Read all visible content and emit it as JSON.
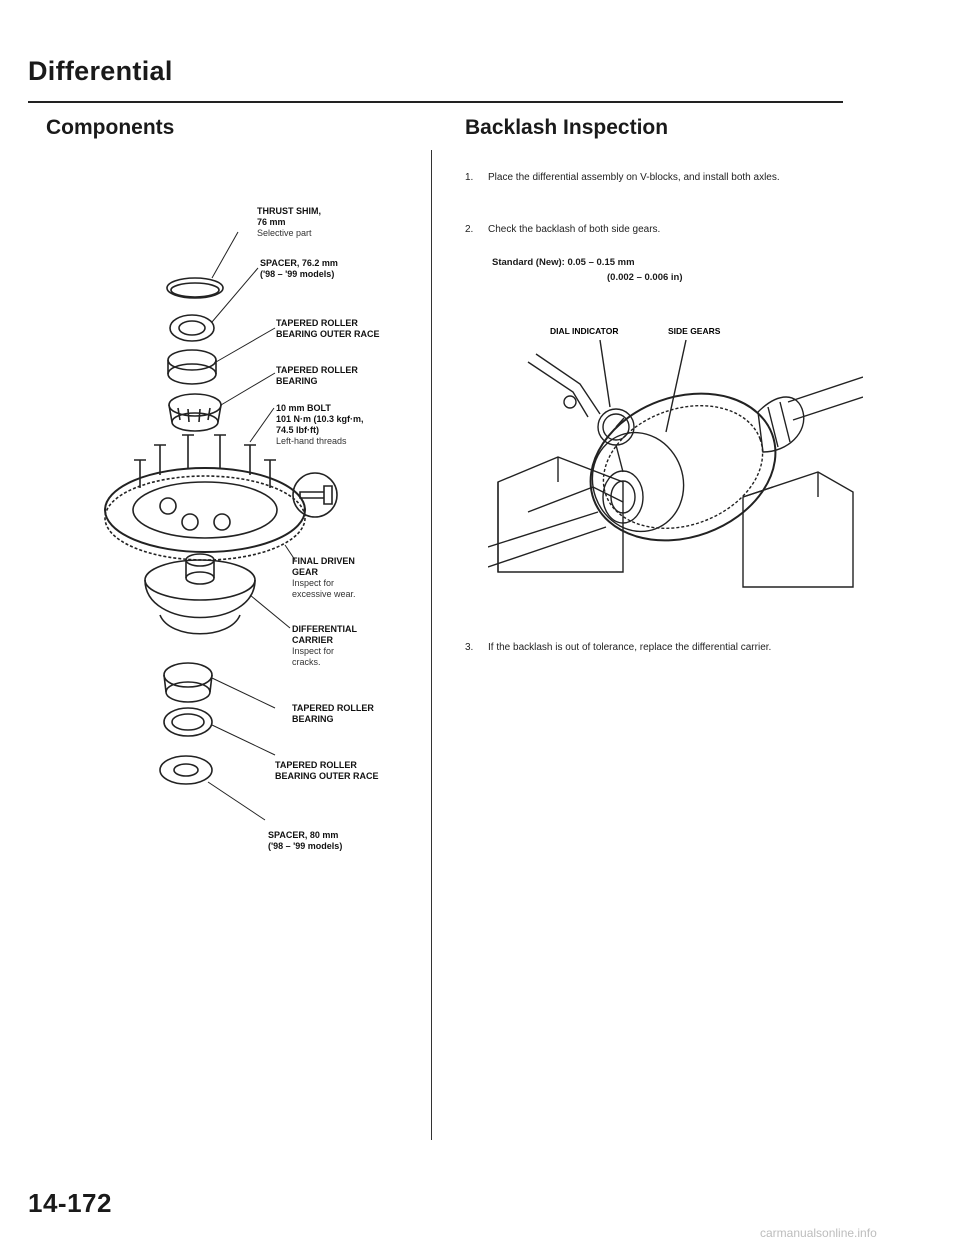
{
  "header": {
    "section_title": "Differential"
  },
  "left": {
    "heading": "Components",
    "callouts": [
      {
        "title": "THRUST SHIM,",
        "lines": [
          "76 mm"
        ],
        "notes": [
          "Selective part"
        ]
      },
      {
        "title": "SPACER, 76.2 mm",
        "lines": [
          "('98 – '99 models)"
        ],
        "notes": []
      },
      {
        "title": "TAPERED ROLLER",
        "lines": [
          "BEARING OUTER RACE"
        ],
        "notes": []
      },
      {
        "title": "TAPERED ROLLER",
        "lines": [
          "BEARING"
        ],
        "notes": []
      },
      {
        "title": "10 mm BOLT",
        "lines": [
          "101 N·m (10.3 kgf·m,",
          "74.5 lbf·ft)"
        ],
        "notes": [
          "Left-hand threads"
        ]
      },
      {
        "title": "FINAL DRIVEN",
        "lines": [
          "GEAR"
        ],
        "notes": [
          "Inspect for",
          "excessive wear."
        ]
      },
      {
        "title": "DIFFERENTIAL",
        "lines": [
          "CARRIER"
        ],
        "notes": [
          "Inspect for",
          "cracks."
        ]
      },
      {
        "title": "TAPERED ROLLER",
        "lines": [
          "BEARING"
        ],
        "notes": []
      },
      {
        "title": "TAPERED ROLLER",
        "lines": [
          "BEARING OUTER RACE"
        ],
        "notes": []
      },
      {
        "title": "SPACER, 80 mm",
        "lines": [
          "('98 – '99 models)"
        ],
        "notes": []
      }
    ]
  },
  "right": {
    "heading": "Backlash Inspection",
    "steps": [
      {
        "num": "1.",
        "text": "Place the differential assembly on V-blocks, and install both axles."
      },
      {
        "num": "2.",
        "text": "Check the backlash of both side gears."
      },
      {
        "num": "3.",
        "text": "If the backlash is out of tolerance, replace the differential carrier."
      }
    ],
    "spec": {
      "label": "Standard (New): 0.05 – 0.15 mm",
      "imperial": "(0.002 – 0.006 in)"
    },
    "figure_labels": {
      "dial_indicator": "DIAL INDICATOR",
      "side_gears": "SIDE GEARS"
    }
  },
  "footer": {
    "page_number": "14-172",
    "watermark": "carmanualsonline.info"
  }
}
